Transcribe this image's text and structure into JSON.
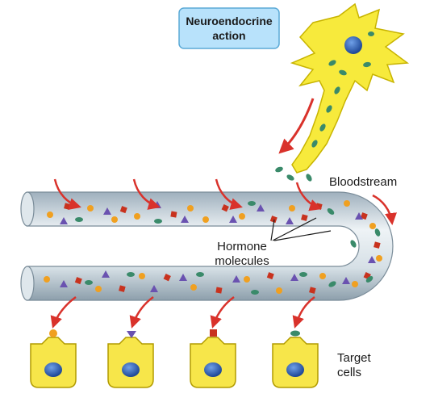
{
  "labels": {
    "neuro_line1": "Neuroendocrine",
    "neuro_line2": "action",
    "bloodstream": "Bloodstream",
    "hormone_line1": "Hormone",
    "hormone_line2": "molecules",
    "target_line1": "Target",
    "target_line2": "cells"
  },
  "colors": {
    "neuron": "#f7ea3c",
    "neuron_outline": "#c8b400",
    "label_box": "#b8e2fb",
    "label_box_border": "#5aa9d6",
    "vessel": "#c8d4dc",
    "vessel_inner": "#e8eef2",
    "arrow": "#d9322b",
    "hormone_orange": "#f0a020",
    "hormone_red": "#c8321e",
    "hormone_purple": "#6a52b0",
    "hormone_green": "#3a8a6a",
    "cell_body": "#f7e64a",
    "nucleus": "#1f4fa8"
  },
  "icons": {
    "neuron": "neuron-icon",
    "vessel": "blood-vessel",
    "target_cell": "target-cell-icon",
    "hormone_orange": "circle",
    "hormone_red": "square",
    "hormone_purple": "triangle",
    "hormone_green": "ellipse"
  }
}
